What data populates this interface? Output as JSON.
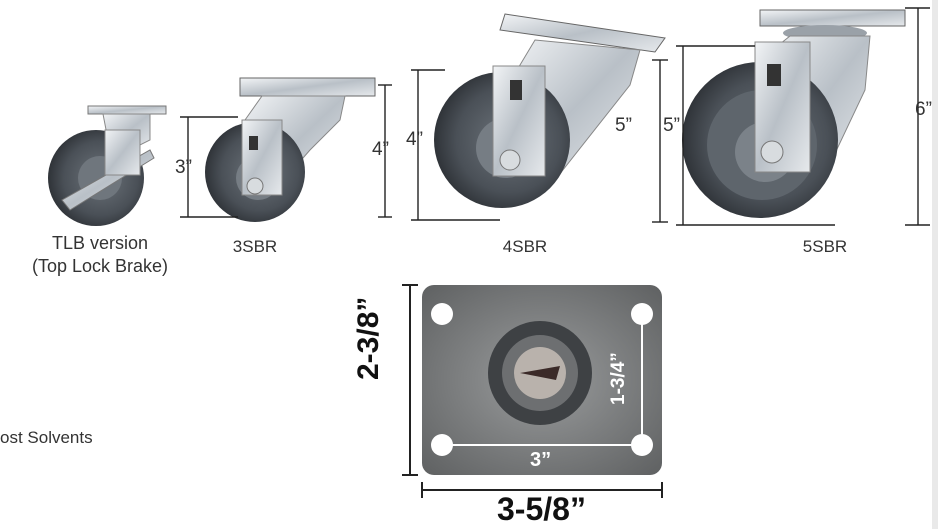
{
  "casters": [
    {
      "id": "tlb",
      "caption": "TLB version\n(Top Lock Brake)"
    },
    {
      "id": "3sbr",
      "caption": "3SBR",
      "dim_left": "3”",
      "dim_right": "4”"
    },
    {
      "id": "4sbr",
      "caption": "4SBR",
      "dim_left": "4”",
      "dim_right": "5”"
    },
    {
      "id": "5sbr",
      "caption": "5SBR",
      "dim_left": "5”",
      "dim_right": "6”"
    }
  ],
  "plate": {
    "height_label": "2-3/8”",
    "width_label": "3-5/8”",
    "hole_spacing_vertical": "1-3/4”",
    "hole_spacing_horizontal": "3”"
  },
  "side_text": "ost Solvents",
  "colors": {
    "wheel": "#4a5056",
    "hub": "#7b8289",
    "steel": "#c9ced4",
    "plate": "#7d7f80",
    "dim": "#222222"
  }
}
